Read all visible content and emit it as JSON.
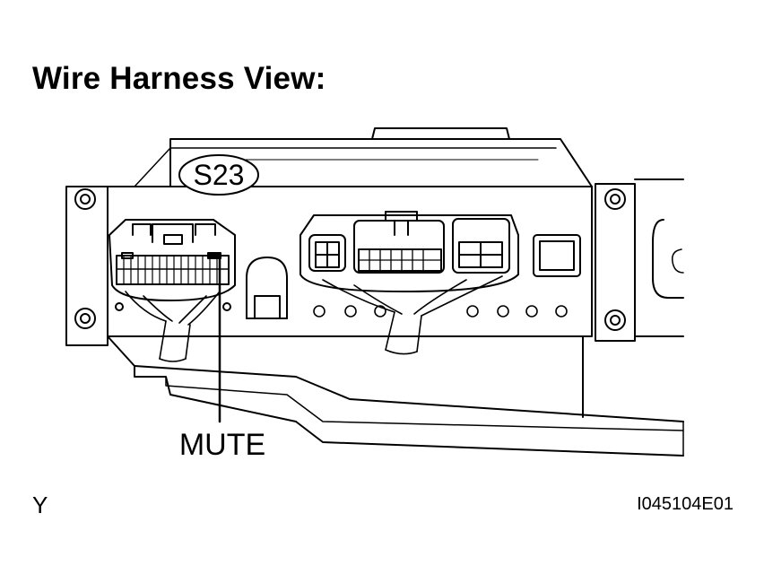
{
  "title": "Wire Harness View:",
  "connector_label": "S23",
  "callout_label": "MUTE",
  "corner_left": "Y",
  "figure_id": "I045104E01"
}
